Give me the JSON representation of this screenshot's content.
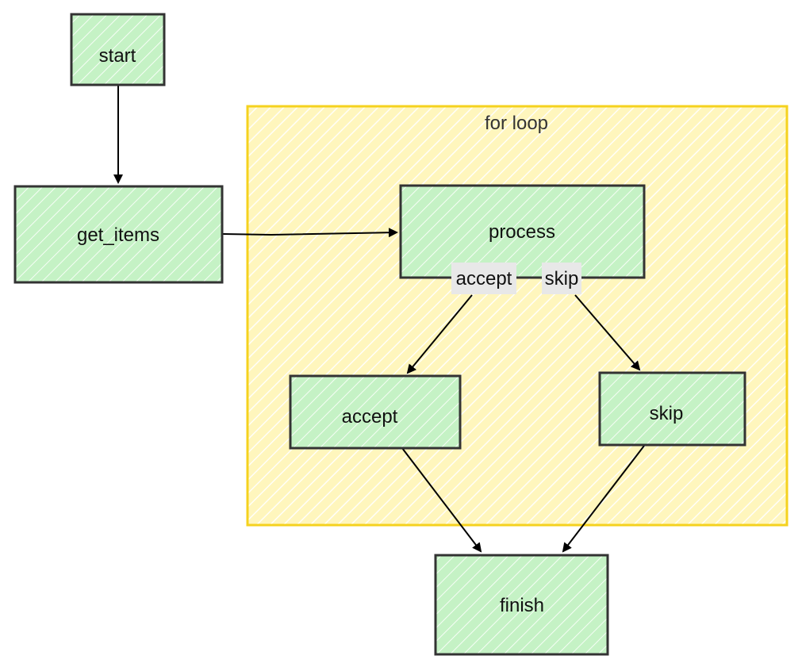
{
  "diagram": {
    "type": "flowchart",
    "colors": {
      "node_fill": "#c5f2c5",
      "node_stroke": "#333333",
      "group_fill": "#fff8c4",
      "group_stroke": "#f5d21e",
      "edge_stroke": "#000000",
      "edge_label_bg": "#e8e8e8"
    },
    "group": {
      "id": "for_loop",
      "label": "for loop"
    },
    "nodes": [
      {
        "id": "start",
        "label": "start"
      },
      {
        "id": "get_items",
        "label": "get_items"
      },
      {
        "id": "process",
        "label": "process"
      },
      {
        "id": "accept",
        "label": "accept"
      },
      {
        "id": "skip",
        "label": "skip"
      },
      {
        "id": "finish",
        "label": "finish"
      }
    ],
    "edges": [
      {
        "from": "start",
        "to": "get_items",
        "label": ""
      },
      {
        "from": "get_items",
        "to": "process",
        "label": ""
      },
      {
        "from": "process",
        "to": "accept",
        "label": "accept"
      },
      {
        "from": "process",
        "to": "skip",
        "label": "skip"
      },
      {
        "from": "accept",
        "to": "finish",
        "label": ""
      },
      {
        "from": "skip",
        "to": "finish",
        "label": ""
      }
    ]
  }
}
